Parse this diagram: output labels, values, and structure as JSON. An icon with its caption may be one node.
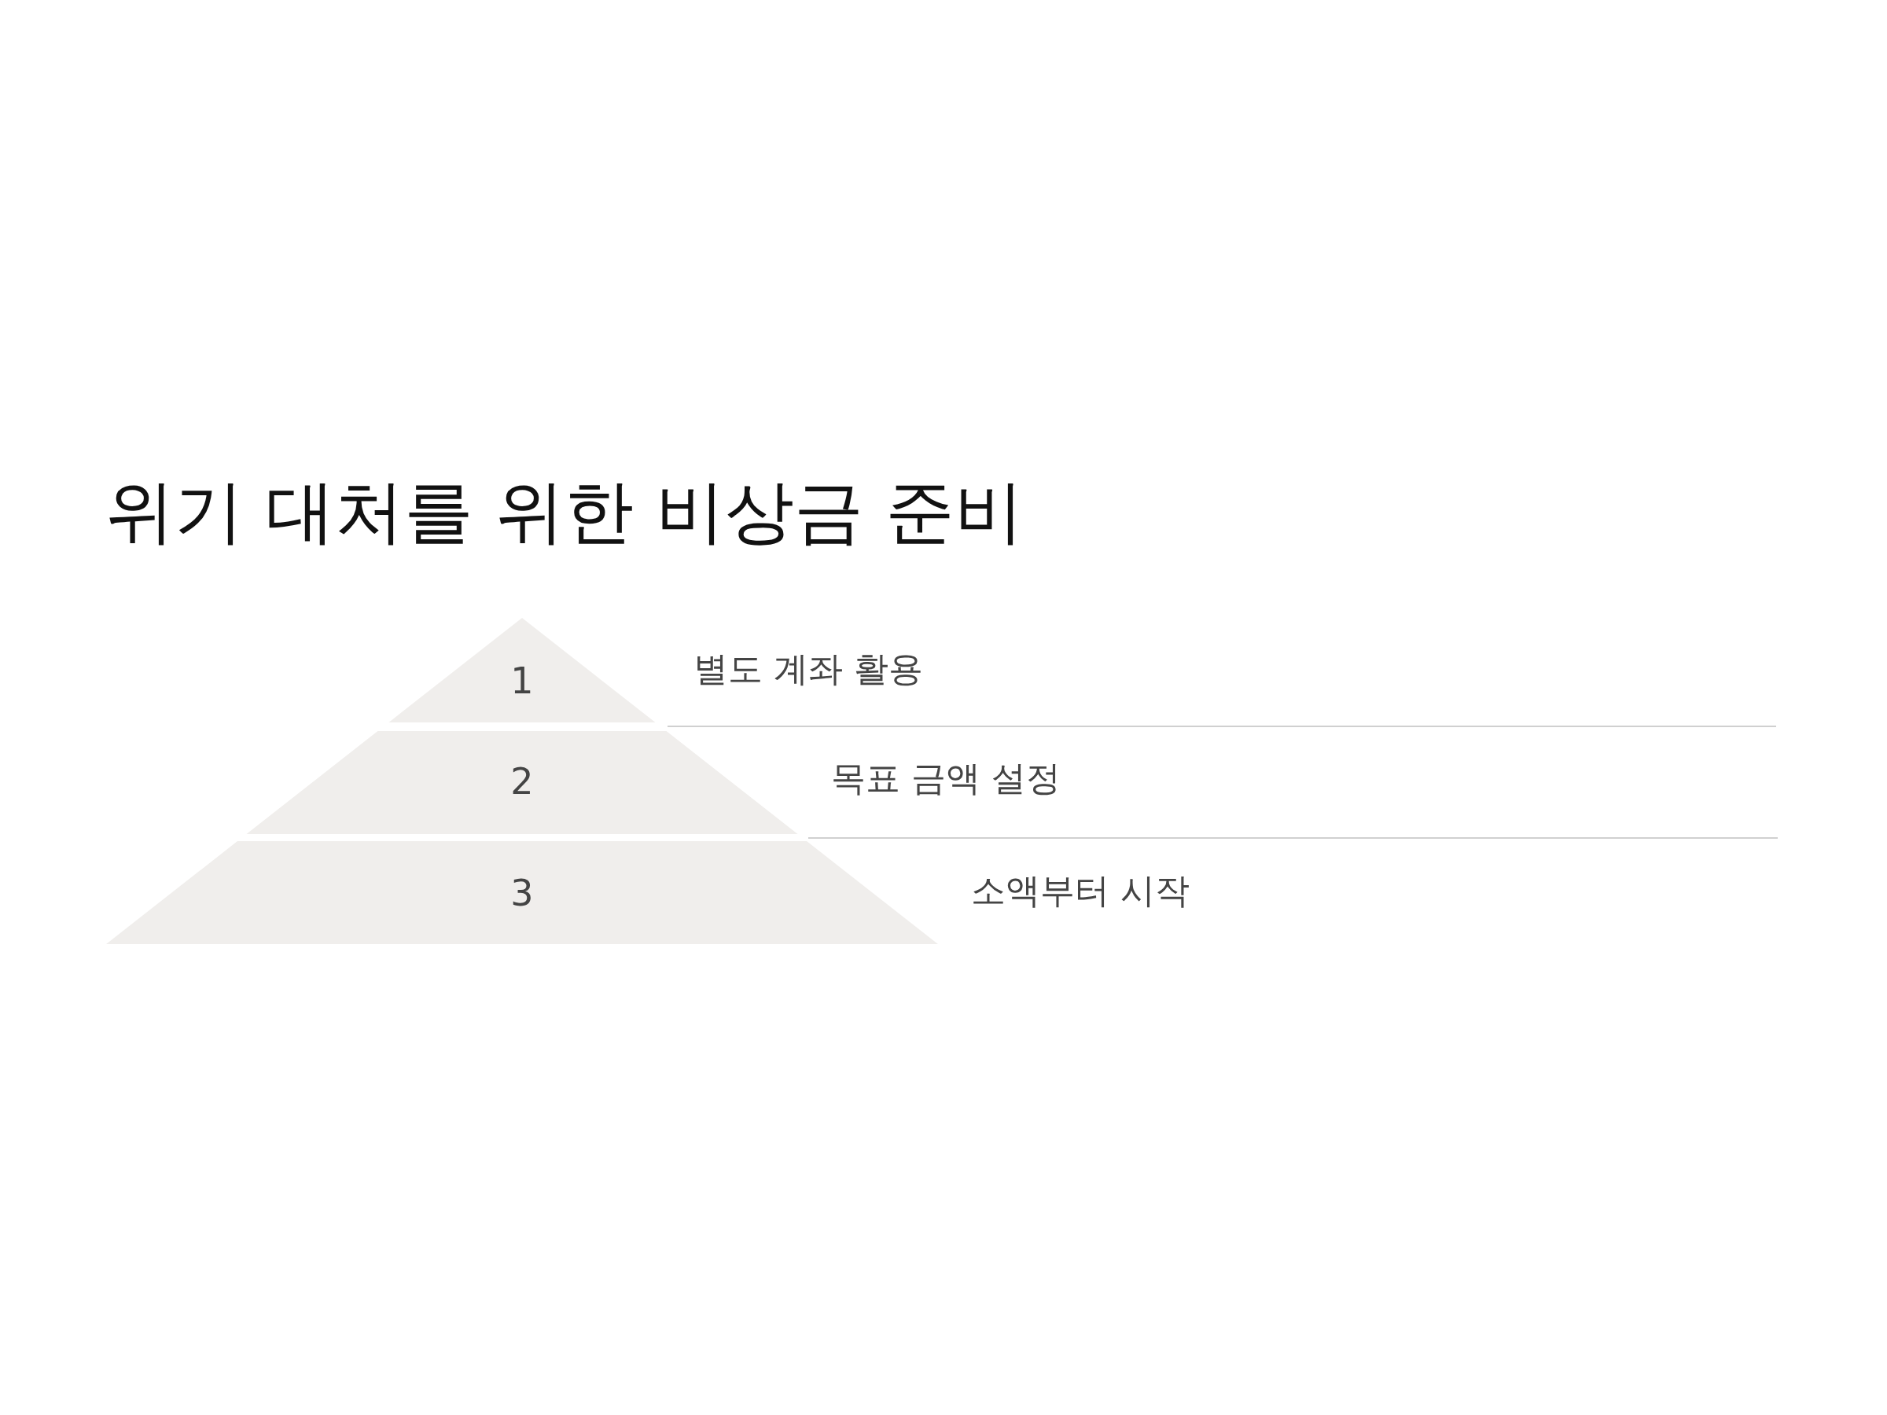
{
  "diagram": {
    "title": "위기 대처를 위한 비상금 준비",
    "nodes": [
      {
        "text": [
          "1"
        ],
        "beside": [
          "별도 계좌 활용"
        ]
      },
      {
        "text": [
          "2"
        ],
        "beside": [
          "목표 금액 설정"
        ]
      },
      {
        "text": [
          "3"
        ],
        "beside": [
          "소액부터 시작"
        ]
      }
    ]
  }
}
